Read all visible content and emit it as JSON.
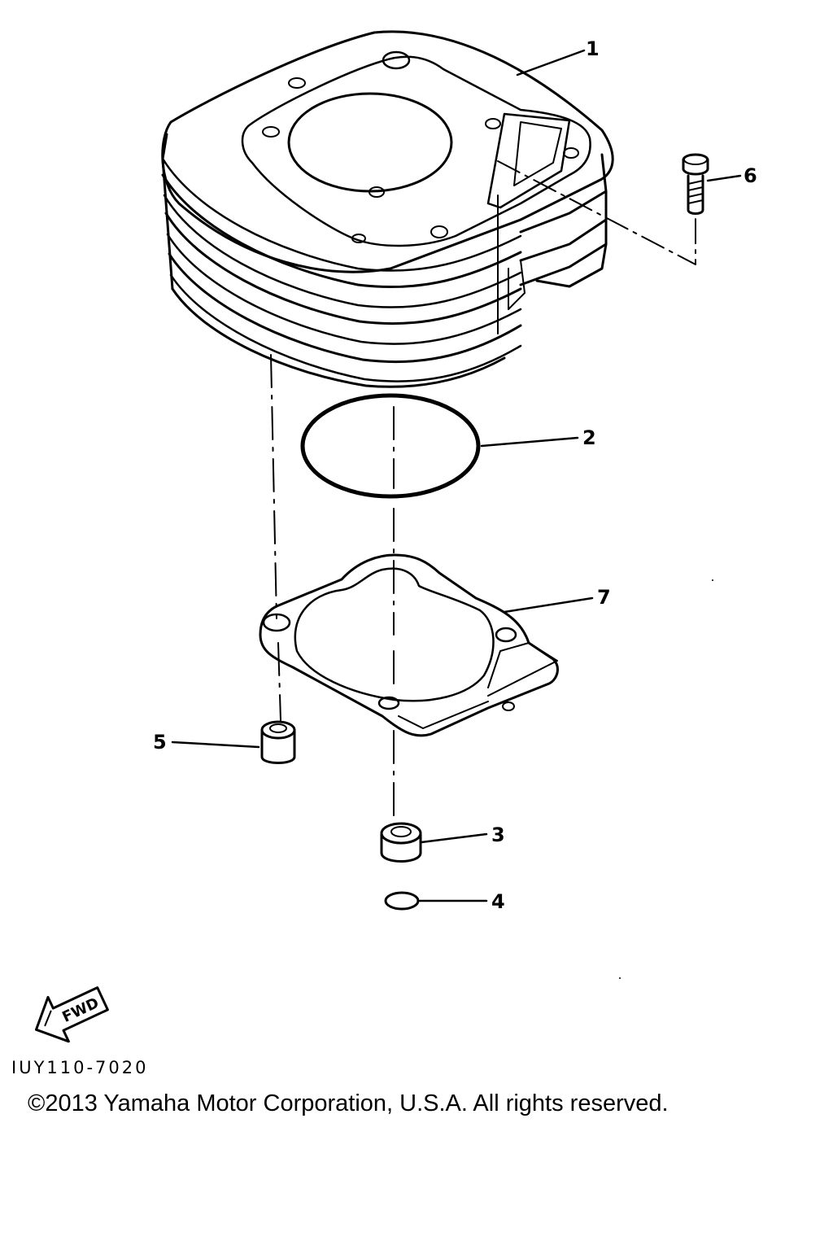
{
  "callouts": {
    "c1": "1",
    "c2": "2",
    "c3": "3",
    "c4": "4",
    "c5": "5",
    "c6": "6",
    "c7": "7"
  },
  "fwd_label": "FWD",
  "diagram_code": "IUY110-7020",
  "copyright": "©2013 Yamaha Motor Corporation, U.S.A. All rights reserved.",
  "colors": {
    "ink": "#000000",
    "paper": "#ffffff"
  }
}
